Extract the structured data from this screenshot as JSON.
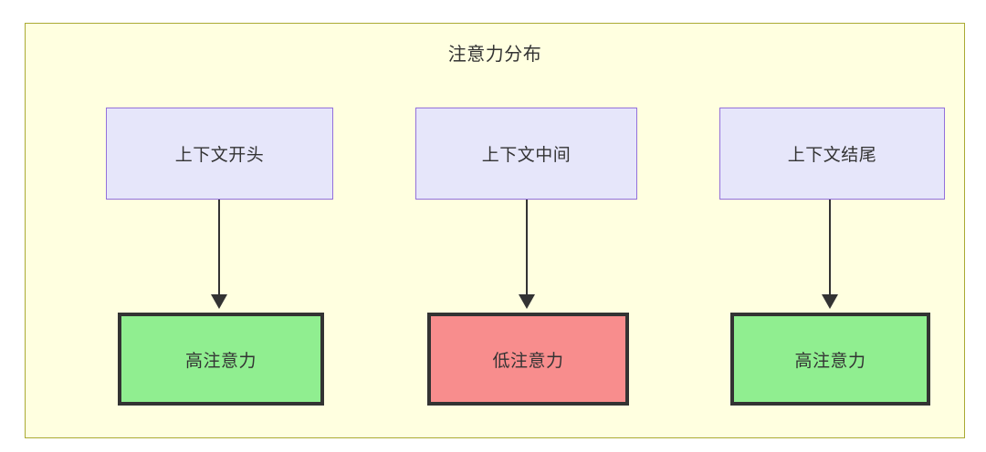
{
  "diagram": {
    "title": "注意力分布",
    "container": {
      "fill": "#ffffe0",
      "stroke": "#aaaa33"
    },
    "top_nodes": [
      {
        "id": "context-start",
        "label": "上下文开头",
        "fill": "#e6e6fa",
        "stroke": "#9370db"
      },
      {
        "id": "context-middle",
        "label": "上下文中间",
        "fill": "#e6e6fa",
        "stroke": "#9370db"
      },
      {
        "id": "context-end",
        "label": "上下文结尾",
        "fill": "#e6e6fa",
        "stroke": "#9370db"
      }
    ],
    "bottom_nodes": [
      {
        "id": "high-attention-start",
        "label": "高注意力",
        "fill": "#90ee90",
        "stroke": "#333333"
      },
      {
        "id": "low-attention-middle",
        "label": "低注意力",
        "fill": "#f88d8d",
        "stroke": "#333333"
      },
      {
        "id": "high-attention-end",
        "label": "高注意力",
        "fill": "#90ee90",
        "stroke": "#333333"
      }
    ],
    "edges": [
      {
        "from": "context-start",
        "to": "high-attention-start",
        "label": ""
      },
      {
        "from": "context-middle",
        "to": "low-attention-middle",
        "label": ""
      },
      {
        "from": "context-end",
        "to": "high-attention-end",
        "label": ""
      }
    ]
  }
}
